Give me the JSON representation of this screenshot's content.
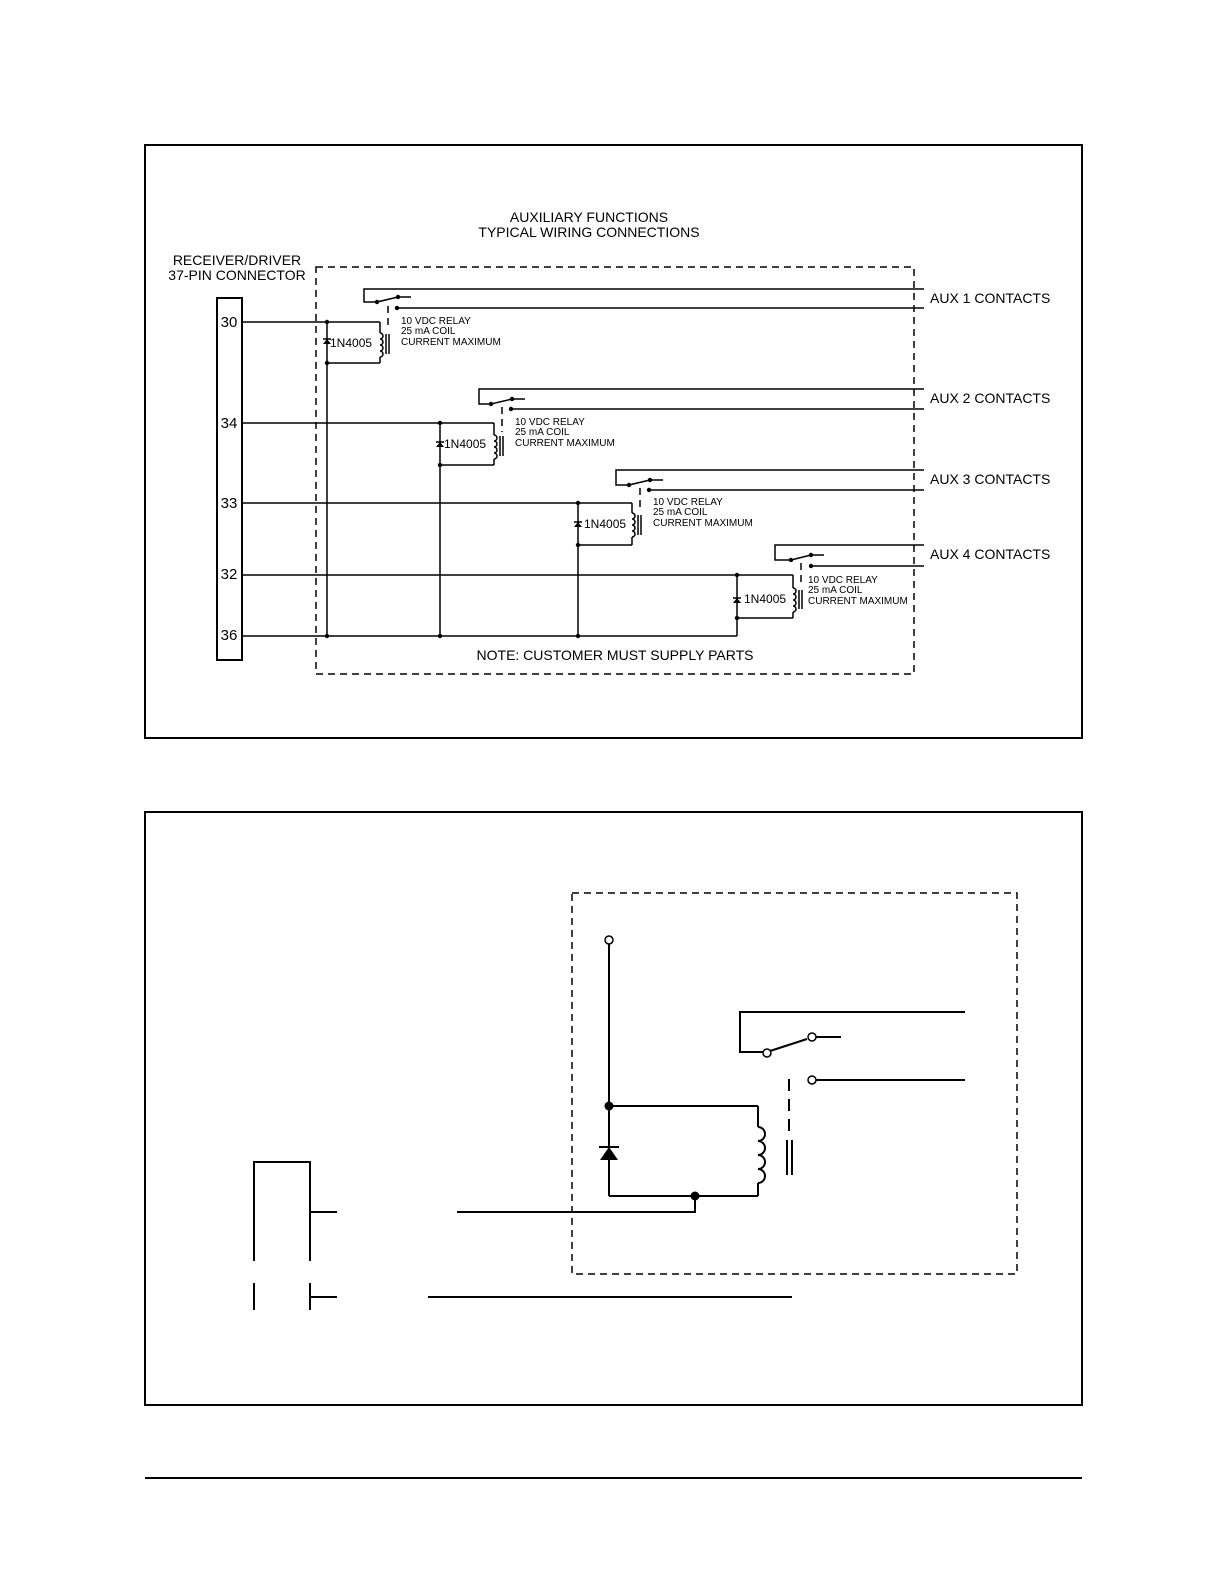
{
  "diagram1": {
    "title_line1": "AUXILIARY FUNCTIONS",
    "title_line2": "TYPICAL WIRING CONNECTIONS",
    "connector_line1": "RECEIVER/DRIVER",
    "connector_line2": "37-PIN CONNECTOR",
    "pins": [
      "30",
      "34",
      "33",
      "32",
      "36"
    ],
    "diode_label": "1N4005",
    "relay_spec": [
      "10 VDC RELAY",
      "25 mA COIL",
      "CURRENT MAXIMUM"
    ],
    "contacts": [
      "AUX 1 CONTACTS",
      "AUX 2 CONTACTS",
      "AUX 3 CONTACTS",
      "AUX 4 CONTACTS"
    ],
    "note": "NOTE: CUSTOMER MUST SUPPLY PARTS"
  }
}
